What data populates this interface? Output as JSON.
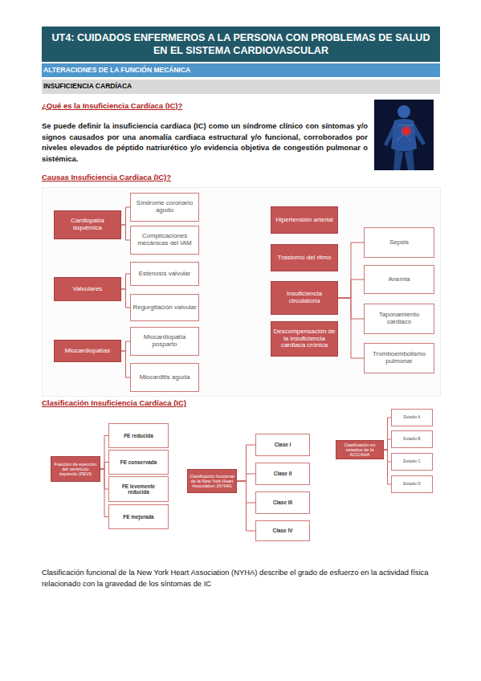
{
  "diagram": {
    "title": "UT4: CUIDADOS ENFERMEROS A LA PERSONA CON PROBLEMAS DE SALUD EN EL SISTEMA CARDIOVASCULAR",
    "nodes": [
      {
        "text": [
          "ALTERACIONES DE LA FUNCIÓN MECÁNICA"
        ]
      },
      {
        "text": [
          "INSUFICIENCIA CARDÍACA"
        ]
      },
      {
        "text": [
          "Cardiopatía isquémica"
        ]
      },
      {
        "text": [
          "Síndrome coronario agudo"
        ]
      },
      {
        "text": [
          "Complicaciones mecánicas del IAM"
        ]
      },
      {
        "text": [
          "Valvulares"
        ]
      },
      {
        "text": [
          "Estenosis valvular"
        ]
      },
      {
        "text": [
          "Regurgitación valvular"
        ]
      },
      {
        "text": [
          "Miocardiopatías"
        ]
      },
      {
        "text": [
          "Miocardiopatía posparto"
        ]
      },
      {
        "text": [
          "Miocarditis aguda"
        ]
      },
      {
        "text": [
          "Hipertensión arterial"
        ]
      },
      {
        "text": [
          "Trastorno del ritmo"
        ]
      },
      {
        "text": [
          "Insuficiencia circulatoria"
        ]
      },
      {
        "text": [
          "Sepsis"
        ]
      },
      {
        "text": [
          "Anemia"
        ]
      },
      {
        "text": [
          "Taponamiento cardiaco"
        ]
      },
      {
        "text": [
          "Tromboembolismo pulmonar"
        ]
      },
      {
        "text": [
          "Descompensación de la insuficiencia cardiaca crónica"
        ]
      },
      {
        "text": [
          "Fracción de eyección del ventrículo izquierdo (FEVI)"
        ]
      },
      {
        "text": [
          "FE reducida"
        ]
      },
      {
        "text": [
          "FE conservada"
        ]
      },
      {
        "text": [
          "FE levemente reducida"
        ]
      },
      {
        "text": [
          "FE mejorada"
        ]
      },
      {
        "text": [
          "Clasificación funcional de la New York Heart Association (NYHA)"
        ]
      },
      {
        "text": [
          "Clase I"
        ]
      },
      {
        "text": [
          "Clase II"
        ]
      },
      {
        "text": [
          "Clase III"
        ]
      },
      {
        "text": [
          "Clase IV"
        ]
      },
      {
        "text": [
          "Clasificación en estadios de la ACC/AHA"
        ]
      },
      {
        "text": [
          "Estadio A"
        ]
      },
      {
        "text": [
          "Estadio B"
        ]
      },
      {
        "text": [
          "Estadio C"
        ]
      },
      {
        "text": [
          "Estadio D"
        ]
      }
    ],
    "edges": [
      {
        "from": 2,
        "to": 3,
        "arrow": "none"
      },
      {
        "from": 2,
        "to": 4,
        "arrow": "none"
      },
      {
        "from": 5,
        "to": 6,
        "arrow": "none"
      },
      {
        "from": 5,
        "to": 7,
        "arrow": "none"
      },
      {
        "from": 8,
        "to": 9,
        "arrow": "none"
      },
      {
        "from": 8,
        "to": 10,
        "arrow": "none"
      },
      {
        "from": 13,
        "to": 14,
        "arrow": "none"
      },
      {
        "from": 13,
        "to": 15,
        "arrow": "none"
      },
      {
        "from": 13,
        "to": 16,
        "arrow": "none"
      },
      {
        "from": 13,
        "to": 17,
        "arrow": "none"
      },
      {
        "from": 19,
        "to": 20,
        "arrow": "none"
      },
      {
        "from": 19,
        "to": 21,
        "arrow": "none"
      },
      {
        "from": 19,
        "to": 22,
        "arrow": "none"
      },
      {
        "from": 19,
        "to": 23,
        "arrow": "none"
      },
      {
        "from": 24,
        "to": 25,
        "arrow": "none"
      },
      {
        "from": 24,
        "to": 26,
        "arrow": "none"
      },
      {
        "from": 24,
        "to": 27,
        "arrow": "none"
      },
      {
        "from": 24,
        "to": 28,
        "arrow": "none"
      },
      {
        "from": 29,
        "to": 30,
        "arrow": "none"
      },
      {
        "from": 29,
        "to": 31,
        "arrow": "none"
      },
      {
        "from": 29,
        "to": 32,
        "arrow": "none"
      },
      {
        "from": 29,
        "to": 33,
        "arrow": "none"
      }
    ],
    "labels": [
      "¿Qué es la Insuficiencia Cardíaca (IC)?",
      "Se puede definir la insuficiencia cardiaca (IC) como un síndrome clínico con síntomas y/o signos causados por una anomalía cardiaca estructural y/o funcional, corroborados por niveles elevados de péptido natriurético y/o evidencia objetiva de congestión pulmonar o sistémica.",
      "Causas Insuficiencia Cardíaca (IC)?",
      "Clasificación Insuficiencia Cardíaca (IC)",
      "Clasificación funcional de la New York Heart Association (NYHA) describe el grado de esfuerzo en la actividad física relacionado con la gravedad de los síntomas de IC"
    ]
  }
}
